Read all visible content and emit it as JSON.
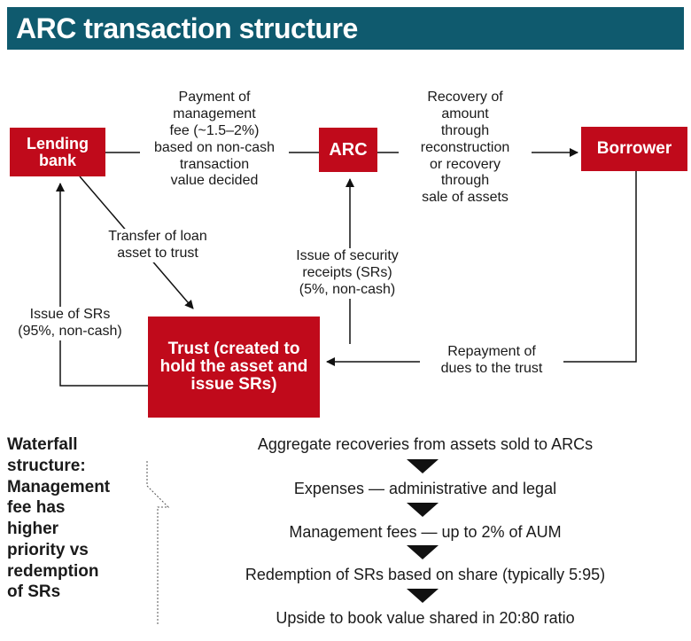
{
  "title": "ARC transaction structure",
  "colors": {
    "title_bar": "#0f5a6e",
    "node_fill": "#c00a1b",
    "text": "#1a1a1a"
  },
  "nodes": {
    "lending_bank": "Lending bank",
    "arc": "ARC",
    "borrower": "Borrower",
    "trust": "Trust (created to hold the asset and issue SRs)"
  },
  "edge_labels": {
    "payment": "Payment of\nmanagement\nfee (~1.5–2%)\nbased on non-cash\ntransaction\nvalue decided",
    "recovery": "Recovery of\namount\nthrough\nreconstruction\nor recovery\nthrough\nsale of assets",
    "transfer": "Transfer of loan\nasset to trust",
    "issue_to_arc": "Issue of security\nreceipts (SRs)\n(5%, non-cash)",
    "issue_to_bank": "Issue of SRs\n(95%, non-cash)",
    "repayment": "Repayment of\ndues to the trust"
  },
  "waterfall_note": "Waterfall\nstructure:\nManagement\nfee has\nhigher\npriority vs\nredemption\nof SRs",
  "waterfall_steps": [
    "Aggregate recoveries from assets sold to ARCs",
    "Expenses — administrative and legal",
    "Management fees — up to 2% of AUM",
    "Redemption of SRs based on share (typically 5:95)",
    "Upside to book value shared in 20:80 ratio"
  ]
}
